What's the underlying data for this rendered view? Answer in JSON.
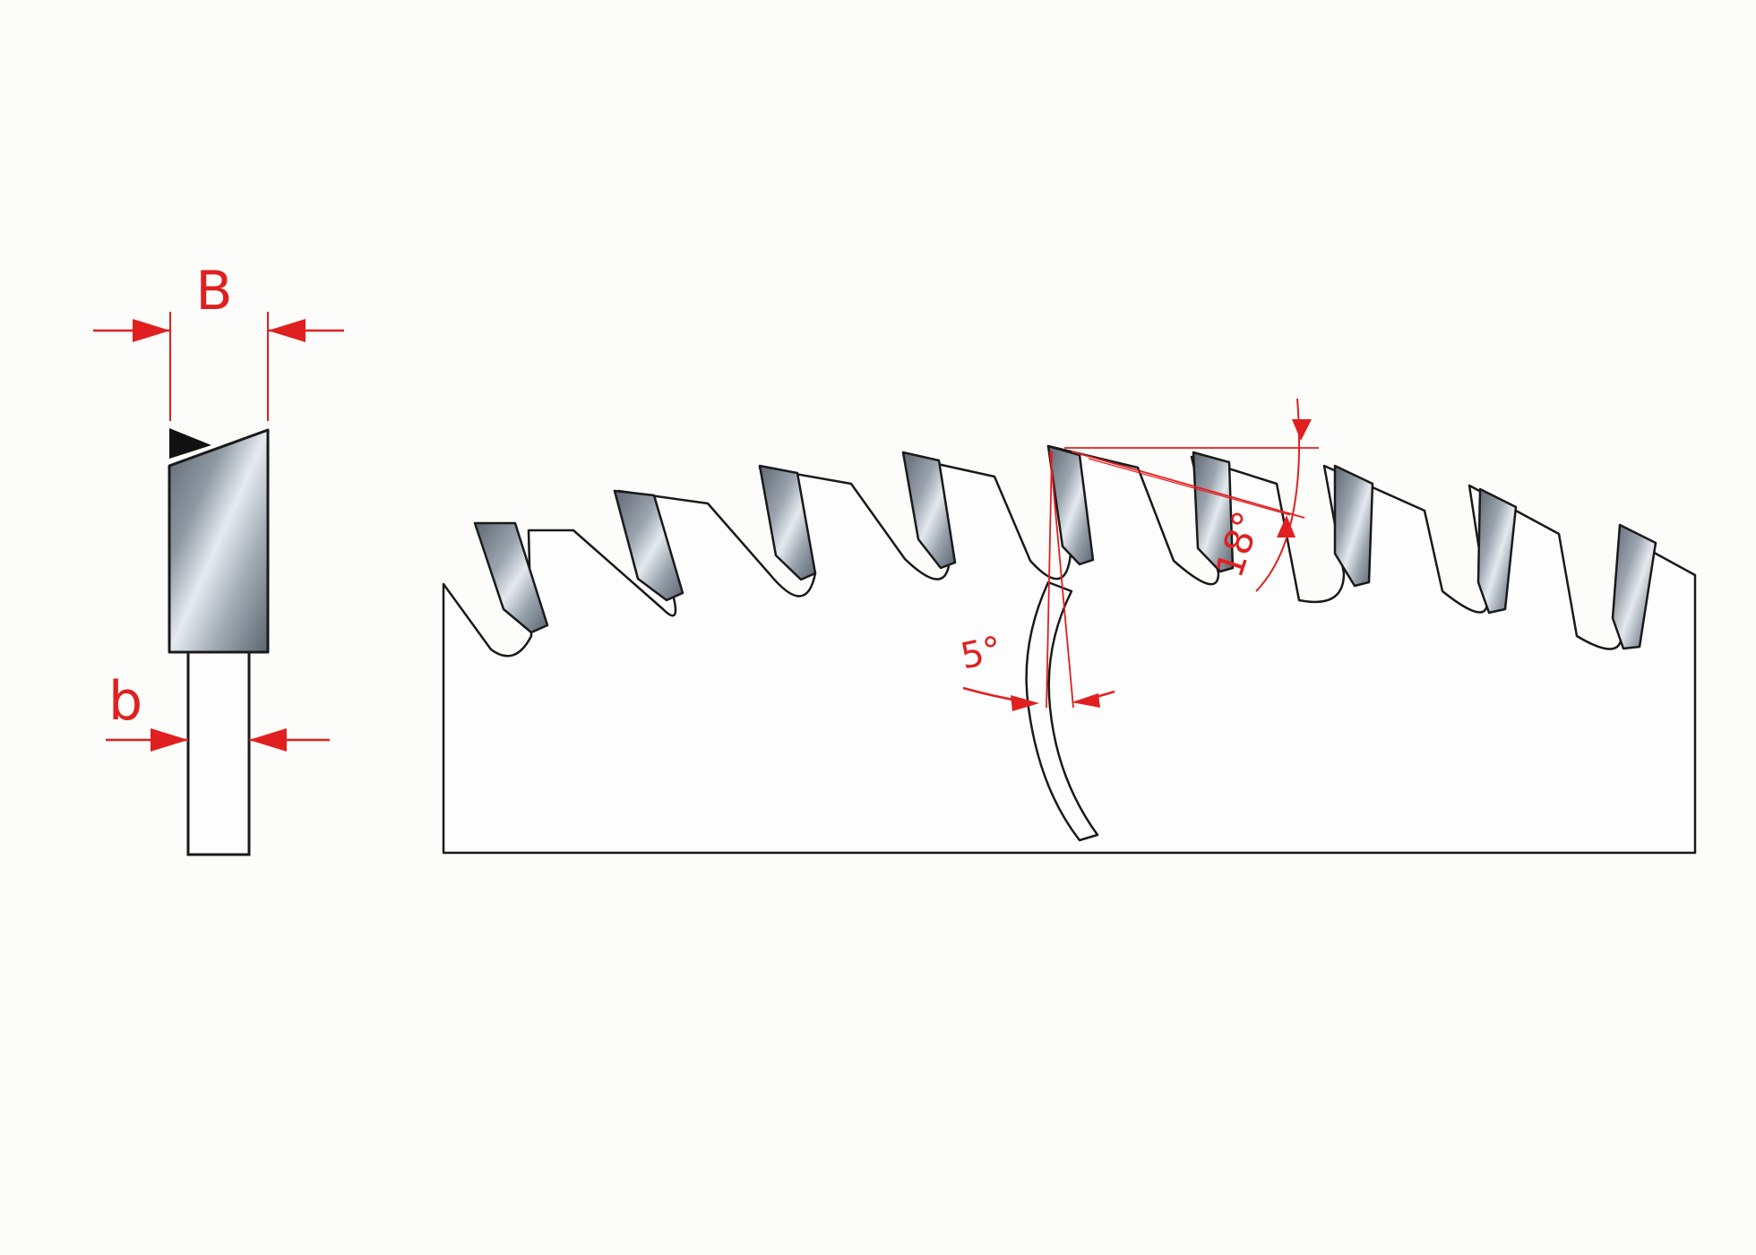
{
  "diagram": {
    "labels": {
      "kerf_width": "B",
      "plate_thickness": "b",
      "hook_angle": "5°",
      "top_bevel_angle": "18°"
    },
    "tooth_count": 9,
    "colors": {
      "outline": "#1a1a1a",
      "dimension": "#e02020",
      "carbide_dark": "#5f6872",
      "carbide_light": "#e4e9ee",
      "background": "#fcfcfb"
    }
  }
}
